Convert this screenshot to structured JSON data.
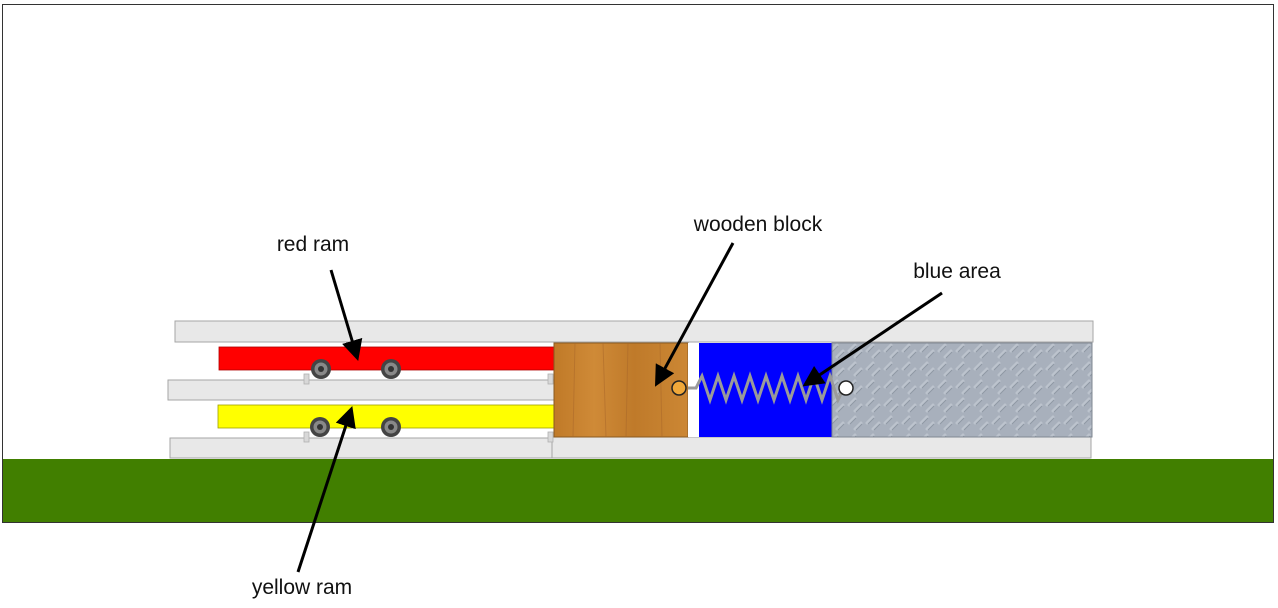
{
  "labels": {
    "red_ram": "red ram",
    "yellow_ram": "yellow ram",
    "wooden_block": "wooden block",
    "blue_area": "blue area"
  },
  "colors": {
    "ground": "#417f00",
    "red_ram": "#ff0000",
    "yellow_ram": "#ffff00",
    "wood": "#c47f2d",
    "blue_area": "#0000ff",
    "metal_plate": "#a8b0bc",
    "rail": "#e8e8e8",
    "rail_stroke": "#a6a6a6",
    "spring": "#9a9a9a"
  },
  "icons": {
    "wheel": "wheel-icon",
    "pivot": "pivot-circle-icon"
  }
}
